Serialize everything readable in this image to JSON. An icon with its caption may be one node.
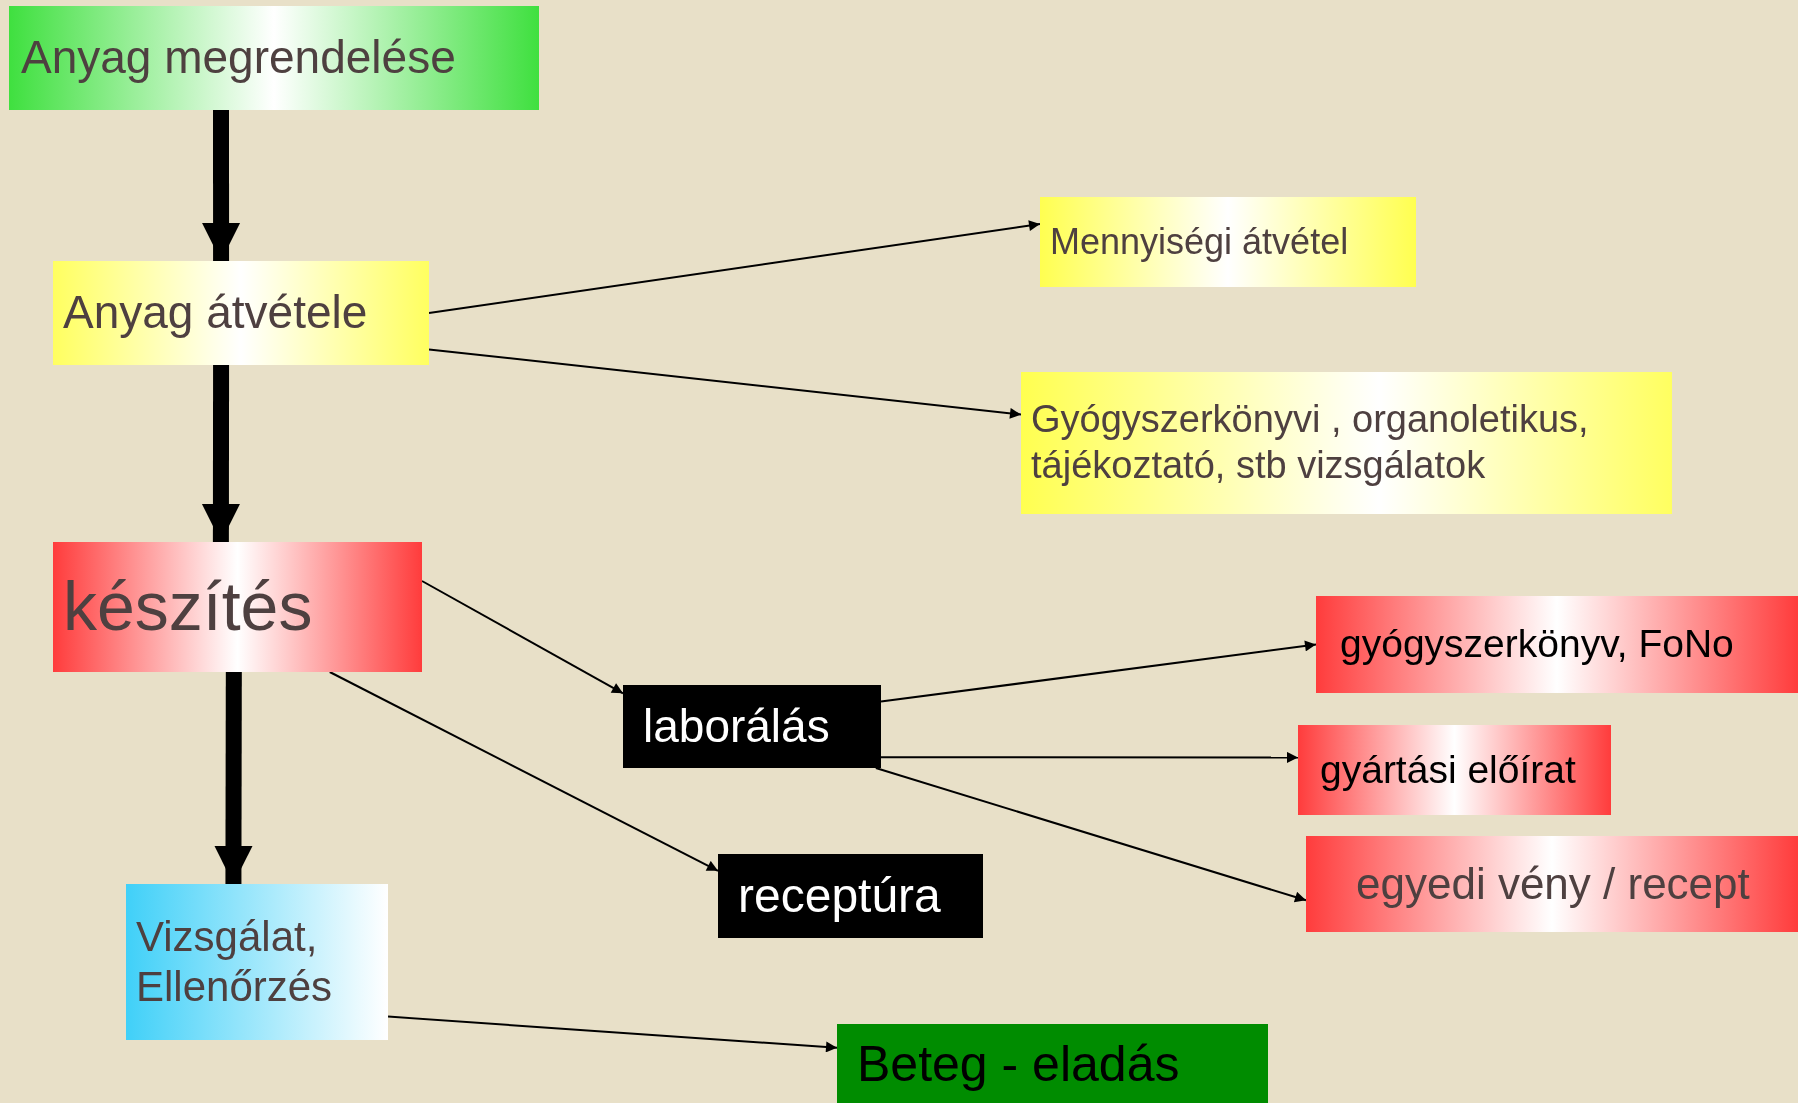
{
  "diagram": {
    "nodes": [
      {
        "text": [
          "Anyag megrendelése"
        ]
      },
      {
        "text": [
          "Anyag átvétele"
        ]
      },
      {
        "text": [
          "készítés"
        ]
      },
      {
        "text": [
          "Vizsgálat, Ellenőrzés"
        ]
      },
      {
        "text": [
          "Mennyiségi átvétel"
        ]
      },
      {
        "text": [
          "Gyógyszerkönyvi , organoletikus, tájékoztató, stb vizsgálatok"
        ]
      },
      {
        "text": [
          "laborálás"
        ]
      },
      {
        "text": [
          "receptúra"
        ]
      },
      {
        "text": [
          "gyógyszerkönyv, FoNo"
        ]
      },
      {
        "text": [
          "gyártási előírat"
        ]
      },
      {
        "text": [
          "egyedi vény / recept"
        ]
      },
      {
        "text": [
          "Beteg - eladás"
        ]
      }
    ],
    "edges": [
      {
        "from": 0,
        "to": 1,
        "arrow": "to",
        "style": "thick"
      },
      {
        "from": 1,
        "to": 2,
        "arrow": "to",
        "style": "thick"
      },
      {
        "from": 2,
        "to": 3,
        "arrow": "to",
        "style": "thick"
      },
      {
        "from": 1,
        "to": 4,
        "arrow": "to"
      },
      {
        "from": 1,
        "to": 5,
        "arrow": "to"
      },
      {
        "from": 2,
        "to": 6,
        "arrow": "to"
      },
      {
        "from": 2,
        "to": 7,
        "arrow": "to"
      },
      {
        "from": 6,
        "to": 8,
        "arrow": "to"
      },
      {
        "from": 6,
        "to": 9,
        "arrow": "to"
      },
      {
        "from": 6,
        "to": 10,
        "arrow": "to"
      },
      {
        "from": 3,
        "to": 11,
        "arrow": "to"
      }
    ]
  }
}
